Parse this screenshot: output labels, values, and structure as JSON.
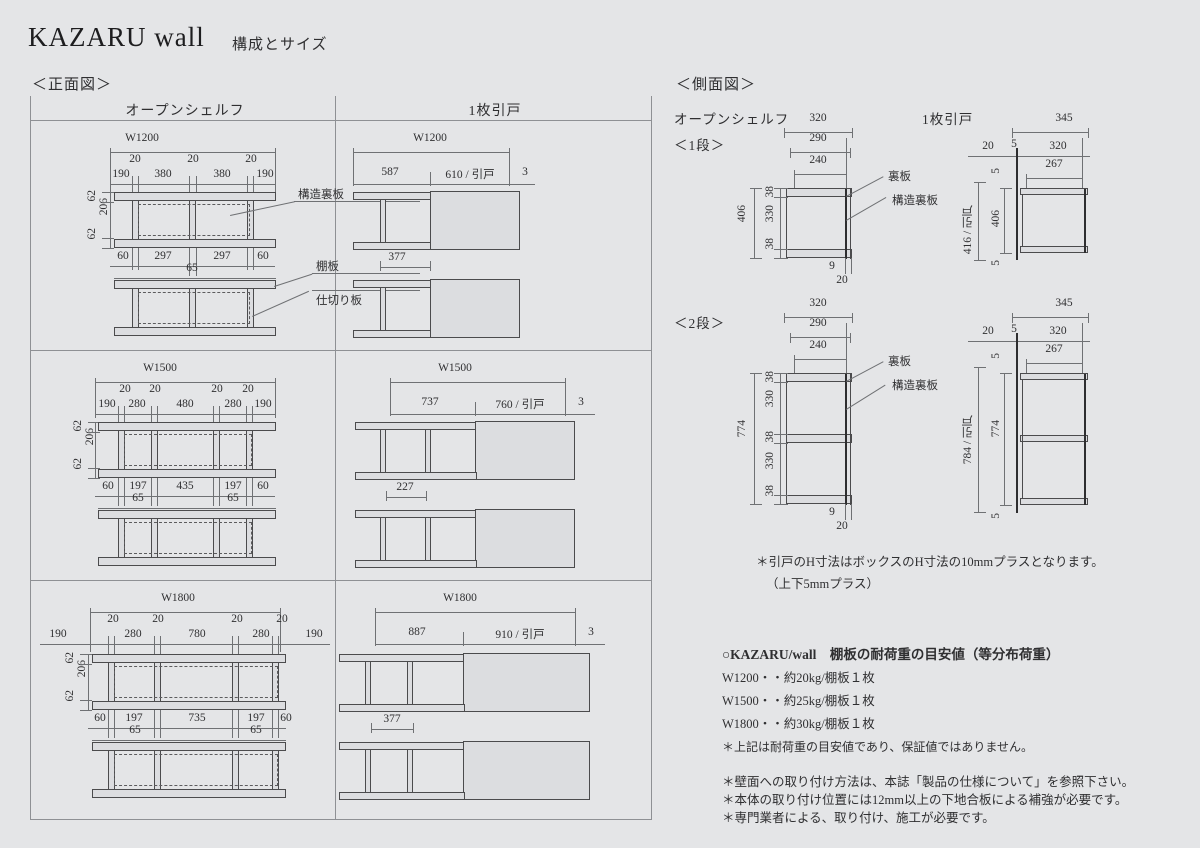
{
  "header": {
    "title": "KAZARU wall",
    "subtitle": "構成とサイズ",
    "front_view_heading": "＜正面図＞",
    "side_view_heading": "＜側面図＞"
  },
  "front_table": {
    "columns": [
      "オープンシェルフ",
      "1枚引戸"
    ],
    "rows": [
      {
        "width_label": "W1200",
        "shelf": {
          "top_small": [
            "20",
            "20",
            "20"
          ],
          "top_main": [
            "190",
            "380",
            "380",
            "190"
          ],
          "left_vertical": [
            "62",
            "206",
            "62"
          ],
          "bottom_main": [
            "60",
            "297",
            "297",
            "60"
          ],
          "bottom_small": [
            "65"
          ],
          "callouts": [
            "構造裏板",
            "棚板",
            "仕切り板"
          ]
        },
        "door": {
          "width_label": "W1200",
          "left_panel": "587",
          "right_panel": "610 / 引戸",
          "edge": "3",
          "inner": "377"
        }
      },
      {
        "width_label": "W1500",
        "shelf": {
          "top_small": [
            "20",
            "20",
            "20",
            "20"
          ],
          "top_main": [
            "190",
            "280",
            "480",
            "280",
            "190"
          ],
          "left_vertical": [
            "62",
            "206",
            "62"
          ],
          "bottom_main": [
            "60",
            "197",
            "435",
            "197",
            "60"
          ],
          "bottom_small": [
            "65",
            "65"
          ]
        },
        "door": {
          "width_label": "W1500",
          "left_panel": "737",
          "right_panel": "760 / 引戸",
          "edge": "3",
          "inner": "227"
        }
      },
      {
        "width_label": "W1800",
        "shelf": {
          "top_small": [
            "20",
            "20",
            "20",
            "20"
          ],
          "top_main": [
            "190",
            "280",
            "780",
            "280",
            "190"
          ],
          "left_vertical": [
            "62",
            "206",
            "62"
          ],
          "bottom_main": [
            "60",
            "197",
            "735",
            "197",
            "60"
          ],
          "bottom_small": [
            "65",
            "65"
          ]
        },
        "door": {
          "width_label": "W1800",
          "left_panel": "887",
          "right_panel": "910 / 引戸",
          "edge": "3",
          "inner": "377"
        }
      }
    ]
  },
  "side_view": {
    "col_open_label": "オープンシェルフ",
    "col_door_label": "1枚引戸",
    "tier1_label": "＜1段＞",
    "tier2_label": "＜2段＞",
    "open_tier1": {
      "depths": [
        "320",
        "290",
        "240"
      ],
      "total_height": "406",
      "segments": [
        "38",
        "330",
        "38"
      ],
      "back_small": "9",
      "back_total": "20",
      "callouts": [
        "裏板",
        "構造裏板"
      ]
    },
    "door_tier1": {
      "depths": [
        "345",
        "320",
        "267"
      ],
      "front_gap": "20",
      "door_thk": "5",
      "top_gap": "5",
      "bottom_gap": "5",
      "box_height": "406",
      "door_height": "416 / 引戸"
    },
    "open_tier2": {
      "depths": [
        "320",
        "290",
        "240"
      ],
      "total_height": "774",
      "segments": [
        "38",
        "330",
        "38",
        "330",
        "38"
      ],
      "back_small": "9",
      "back_total": "20",
      "callouts": [
        "裏板",
        "構造裏板"
      ]
    },
    "door_tier2": {
      "depths": [
        "345",
        "320",
        "267"
      ],
      "front_gap": "20",
      "door_thk": "5",
      "top_gap": "5",
      "bottom_gap": "5",
      "box_height": "774",
      "door_height": "784 / 引戸"
    },
    "door_note_line1": "＊引戸のH寸法はボックスのH寸法の10mmプラスとなります。",
    "door_note_line2": "（上下5mmプラス）"
  },
  "load_capacity": {
    "title": "○KAZARU/wall　棚板の耐荷重の目安値（等分布荷重）",
    "items": [
      "W1200・・約20kg/棚板１枚",
      "W1500・・約25kg/棚板１枚",
      "W1800・・約30kg/棚板１枚"
    ],
    "disclaimer": "＊上記は耐荷重の目安値であり、保証値ではありません。"
  },
  "install_notes": [
    "＊壁面への取り付け方法は、本誌「製品の仕様について」を参照下さい。",
    "＊本体の取り付け位置には12mm以上の下地合板による補強が必要です。",
    "＊専門業者による、取り付け、施工が必要です。"
  ]
}
